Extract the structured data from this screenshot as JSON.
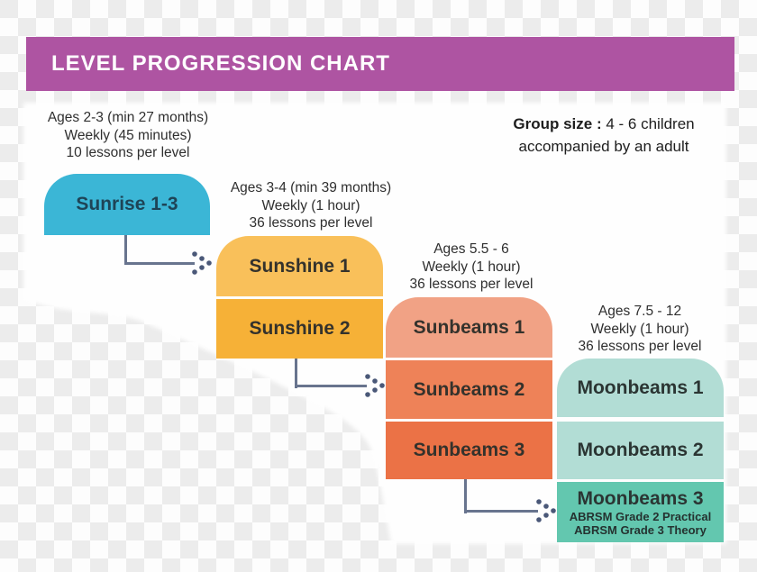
{
  "header": {
    "title": "LEVEL PROGRESSION CHART"
  },
  "group_size": {
    "label": "Group size :",
    "value": "4 - 6 children",
    "line2": "accompanied by an adult"
  },
  "levels": [
    {
      "name": "Sunrise",
      "info": {
        "line1": "Ages 2-3 (min 27 months)",
        "line2": "Weekly (45 minutes)",
        "line3": "10 lessons per level"
      },
      "boxes": [
        {
          "label": "Sunrise 1-3"
        }
      ]
    },
    {
      "name": "Sunshine",
      "info": {
        "line1": "Ages 3-4 (min 39 months)",
        "line2": "Weekly (1 hour)",
        "line3": "36 lessons per level"
      },
      "boxes": [
        {
          "label": "Sunshine 1"
        },
        {
          "label": "Sunshine 2"
        }
      ]
    },
    {
      "name": "Sunbeams",
      "info": {
        "line1": "Ages 5.5 - 6",
        "line2": "Weekly (1 hour)",
        "line3": "36 lessons per level"
      },
      "boxes": [
        {
          "label": "Sunbeams 1"
        },
        {
          "label": "Sunbeams 2"
        },
        {
          "label": "Sunbeams 3"
        }
      ]
    },
    {
      "name": "Moonbeams",
      "info": {
        "line1": "Ages 7.5 - 12",
        "line2": "Weekly (1 hour)",
        "line3": "36 lessons per level"
      },
      "boxes": [
        {
          "label": "Moonbeams 1"
        },
        {
          "label": "Moonbeams 2"
        },
        {
          "label": "Moonbeams 3",
          "sub1": "ABRSM Grade 2 Practical",
          "sub2": "ABRSM Grade 3 Theory"
        }
      ]
    }
  ],
  "palette": {
    "header_bg": "#AE54A2",
    "sunrise": "#3BB6D6",
    "sunshine_1": "#F9C05A",
    "sunshine_2": "#F6B137",
    "sunbeams_1": "#F1A285",
    "sunbeams_2": "#EE8258",
    "sunbeams_3": "#EB7246",
    "moonbeams_1": "#B2DDD5",
    "moonbeams_2": "#B2DDD5",
    "moonbeams_3": "#63C7AF",
    "connector_line": "#68748E",
    "connector_dots": "#4A5878",
    "checkerboard_light": "#FDFDFD",
    "checkerboard_dark": "#ECECEC"
  }
}
